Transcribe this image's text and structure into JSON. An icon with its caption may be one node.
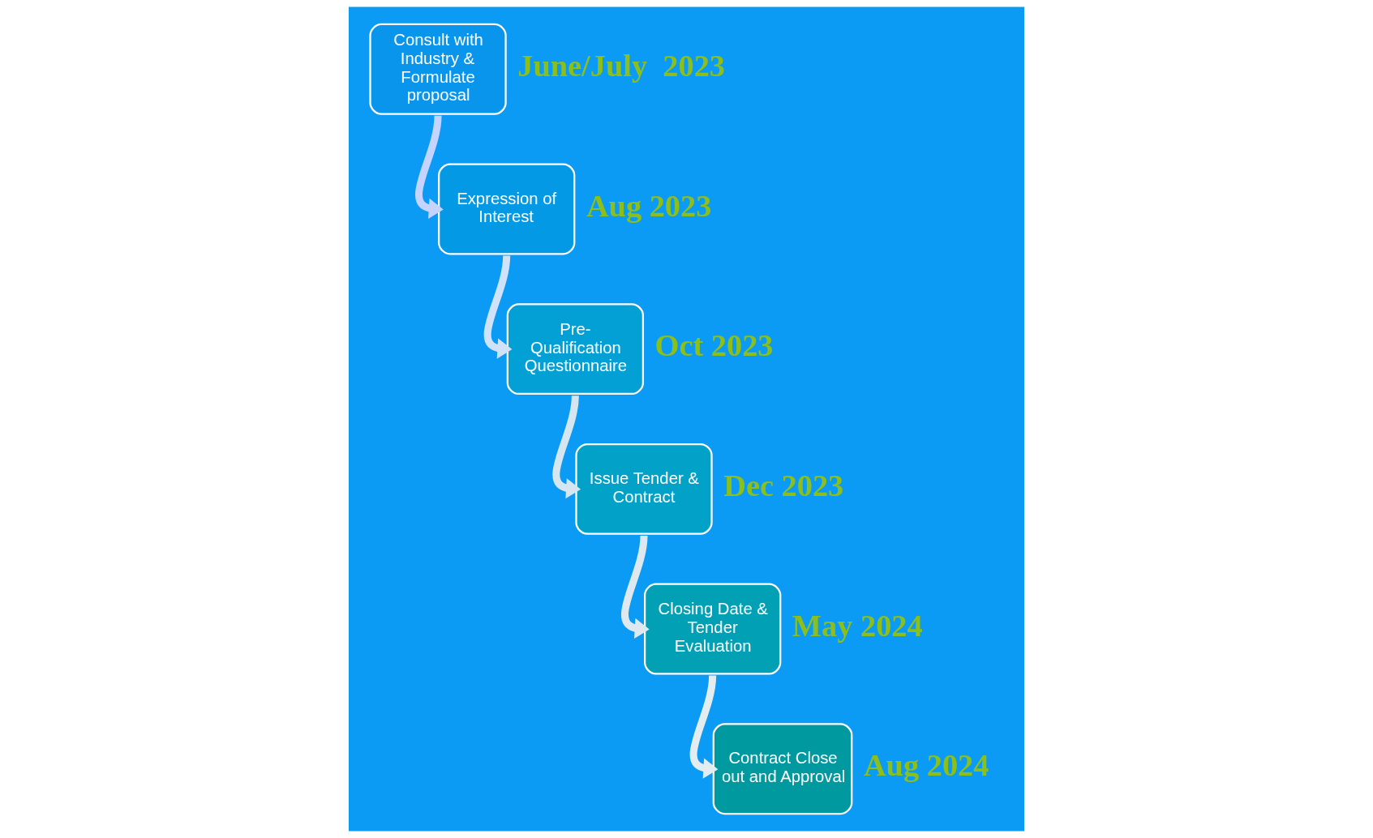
{
  "diagram": {
    "nodes": [
      {
        "text": [
          "Consult with Industry & Formulate proposal"
        ],
        "beside": [
          "June/July  2023"
        ]
      },
      {
        "text": [
          "Expression of Interest"
        ],
        "beside": [
          "Aug 2023"
        ]
      },
      {
        "text": [
          "Pre-Qualification Questionnaire"
        ],
        "beside": [
          "Oct 2023"
        ]
      },
      {
        "text": [
          "Issue Tender & Contract"
        ],
        "beside": [
          "Dec 2023"
        ]
      },
      {
        "text": [
          "Closing Date & Tender Evaluation"
        ],
        "beside": [
          "May 2024"
        ]
      },
      {
        "text": [
          "Contract Close out and Approval"
        ],
        "beside": [
          "Aug 2024"
        ]
      }
    ],
    "edges": [
      {
        "from": 0,
        "to": 1,
        "arrow": "to"
      },
      {
        "from": 1,
        "to": 2,
        "arrow": "to"
      },
      {
        "from": 2,
        "to": 3,
        "arrow": "to"
      },
      {
        "from": 3,
        "to": 4,
        "arrow": "to"
      },
      {
        "from": 4,
        "to": 5,
        "arrow": "to"
      }
    ]
  }
}
